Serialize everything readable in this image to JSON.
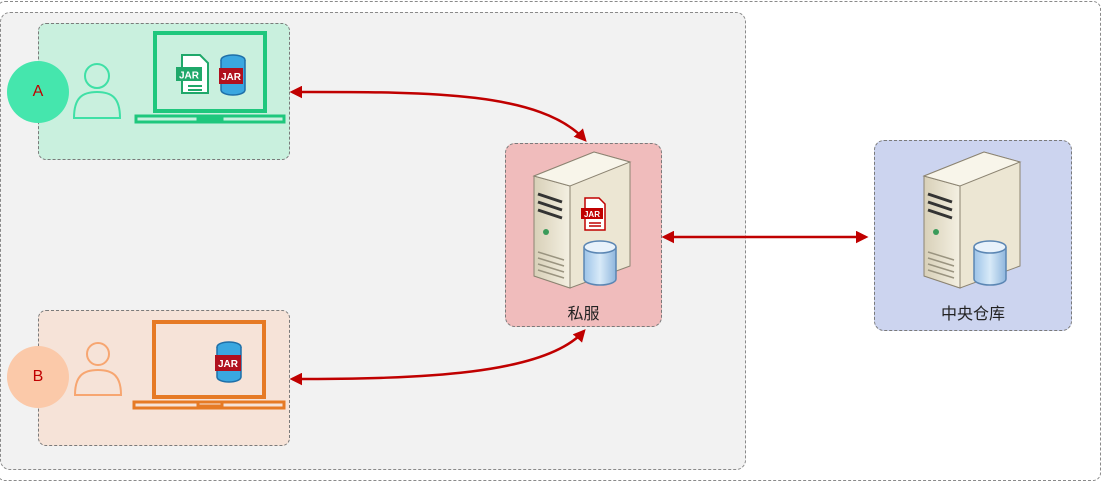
{
  "clients": [
    {
      "badge": "A",
      "color": "#45e6ad",
      "icons": [
        "user-icon",
        "laptop-icon",
        "jar-file-icon",
        "jar-database-icon"
      ]
    },
    {
      "badge": "B",
      "color": "#fbc9a9",
      "icons": [
        "user-icon",
        "laptop-icon",
        "jar-database-icon"
      ]
    }
  ],
  "jar_text": "JAR",
  "private_server": {
    "label": "私服"
  },
  "central_repository": {
    "label": "中央仓库"
  },
  "colors": {
    "arrow": "#c00000",
    "client_a_fill": "#c9f0de",
    "client_b_fill": "#f6e3d8",
    "private_server_fill": "#f0bcbc",
    "central_repo_fill": "#ccd4ef",
    "laptop_a": "#1fc77d",
    "laptop_b": "#e67a25"
  }
}
